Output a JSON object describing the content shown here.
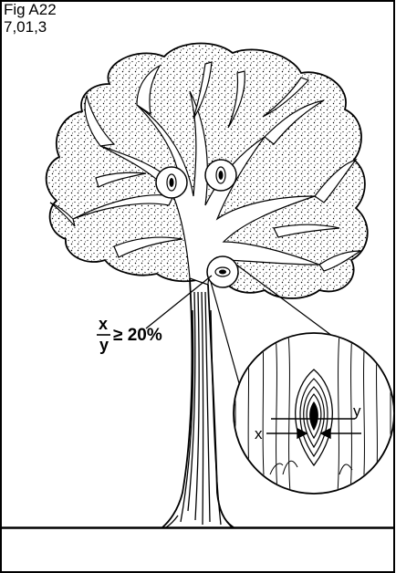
{
  "figure": {
    "title": "Fig A22",
    "code": "7,01,3"
  },
  "annotation": {
    "ratio_numerator": "x",
    "ratio_denominator": "y",
    "ratio_condition": "≥ 20%"
  },
  "detail": {
    "x_label": "x",
    "y_label": "y"
  },
  "colors": {
    "ink": "#000000",
    "paper": "#ffffff"
  }
}
